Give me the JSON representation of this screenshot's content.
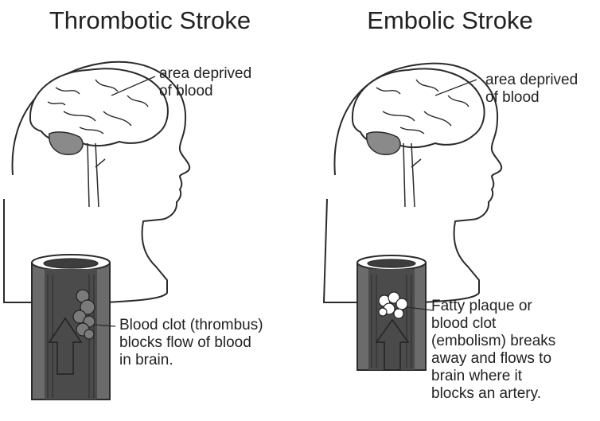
{
  "panels": {
    "left": {
      "title": "Thrombotic Stroke",
      "brain_label": "area deprived\nof blood",
      "vessel_label": "Blood clot (thrombus)\nblocks flow of blood\nin brain."
    },
    "right": {
      "title": "Embolic Stroke",
      "brain_label": "area deprived\nof blood",
      "vessel_label": "Fatty plaque or\nblood clot\n(embolism) breaks\naway and flows to\nbrain where it\nblocks an artery."
    }
  },
  "colors": {
    "line": "#2b2b2b",
    "vessel_wall": "#6b6b6b",
    "vessel_inner": "#3d3d3d",
    "arrow": "#4a4a4a",
    "cerebellum": "#8a8a8a"
  }
}
